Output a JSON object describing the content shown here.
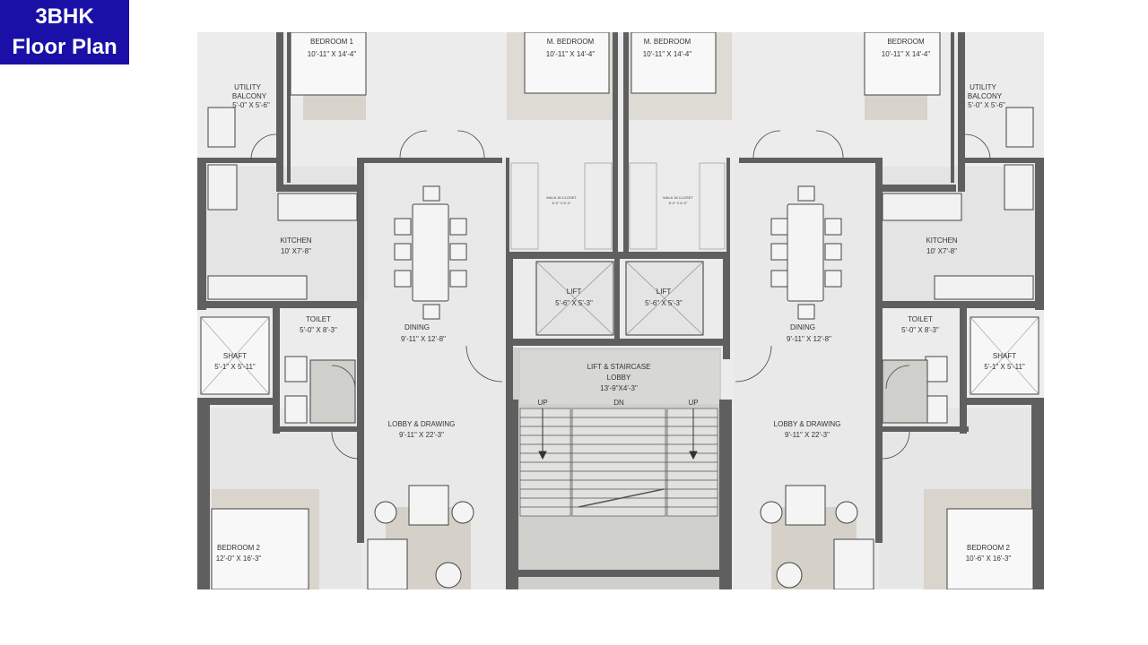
{
  "badge": {
    "line1": "3BHK",
    "line2": "Floor Plan"
  },
  "colors": {
    "badge_bg": "#1a10a8",
    "wall": "#5f5f5f",
    "floor": "#e7e7e7",
    "lobby": "#cfcfcc",
    "accent_floor": "#d9d4cc"
  },
  "rooms": {
    "bedroom1": {
      "name": "BEDROOM 1",
      "size": "10'-11\" X 14'-4\""
    },
    "mbed_left": {
      "name": "M. BEDROOM",
      "size": "10'-11\" X 14'-4\""
    },
    "mbed_right": {
      "name": "M. BEDROOM",
      "size": "10'-11\" X 14'-4\""
    },
    "bedroom_tr": {
      "name": "BEDROOM",
      "size": "10'-11\" X 14'-4\""
    },
    "util_left": {
      "name1": "UTILITY",
      "name2": "BALCONY",
      "size": "5'-0\" X 5'-6\""
    },
    "util_right": {
      "name1": "UTILITY",
      "name2": "BALCONY",
      "size": "5'-0\" X 5'-6\""
    },
    "walkin_left": {
      "name": "WALK-IN CLOSET",
      "size": "6'-0\" X 6'-0\""
    },
    "walkin_right": {
      "name": "WALK-IN CLOSET",
      "size": "6'-0\" X 6'-0\""
    },
    "kitchen_left": {
      "name": "KITCHEN",
      "size": "10' X7'-8\""
    },
    "kitchen_right": {
      "name": "KITCHEN",
      "size": "10' X7'-8\""
    },
    "lift_left": {
      "name": "LIFT",
      "size": "5'-6\" X 5'-3\""
    },
    "lift_right": {
      "name": "LIFT",
      "size": "5'-6\" X 5'-3\""
    },
    "dining_left": {
      "name": "DINING",
      "size": "9'-11\" X 12'-8\""
    },
    "dining_right": {
      "name": "DINING",
      "size": "9'-11\" X 12'-8\""
    },
    "toilet_left": {
      "name": "TOILET",
      "size": "5'-0\" X 8'-3\""
    },
    "toilet_right": {
      "name": "TOILET",
      "size": "5'-0\" X 8'-3\""
    },
    "shaft_left": {
      "name": "SHAFT",
      "size": "5'-1\" X 5'-11\""
    },
    "shaft_right": {
      "name": "SHAFT",
      "size": "5'-1\" X 5'-11\""
    },
    "stair_lobby": {
      "name": "LIFT & STAIRCASE",
      "name2": "LOBBY",
      "size": "13'-9\"X4'-3\""
    },
    "lobby_left": {
      "name": "LOBBY & DRAWING",
      "size": "9'-11\" X 22'-3\""
    },
    "lobby_right": {
      "name": "LOBBY & DRAWING",
      "size": "9'-11\" X 22'-3\""
    },
    "bedroom2_left": {
      "name": "BEDROOM 2",
      "size": "12'-0\" X 16'-3\""
    },
    "bedroom2_right": {
      "name": "BEDROOM 2",
      "size": "10'-6\" X 16'-3\""
    }
  },
  "stairs": {
    "up_left": "UP",
    "dn": "DN",
    "up_right": "UP"
  }
}
